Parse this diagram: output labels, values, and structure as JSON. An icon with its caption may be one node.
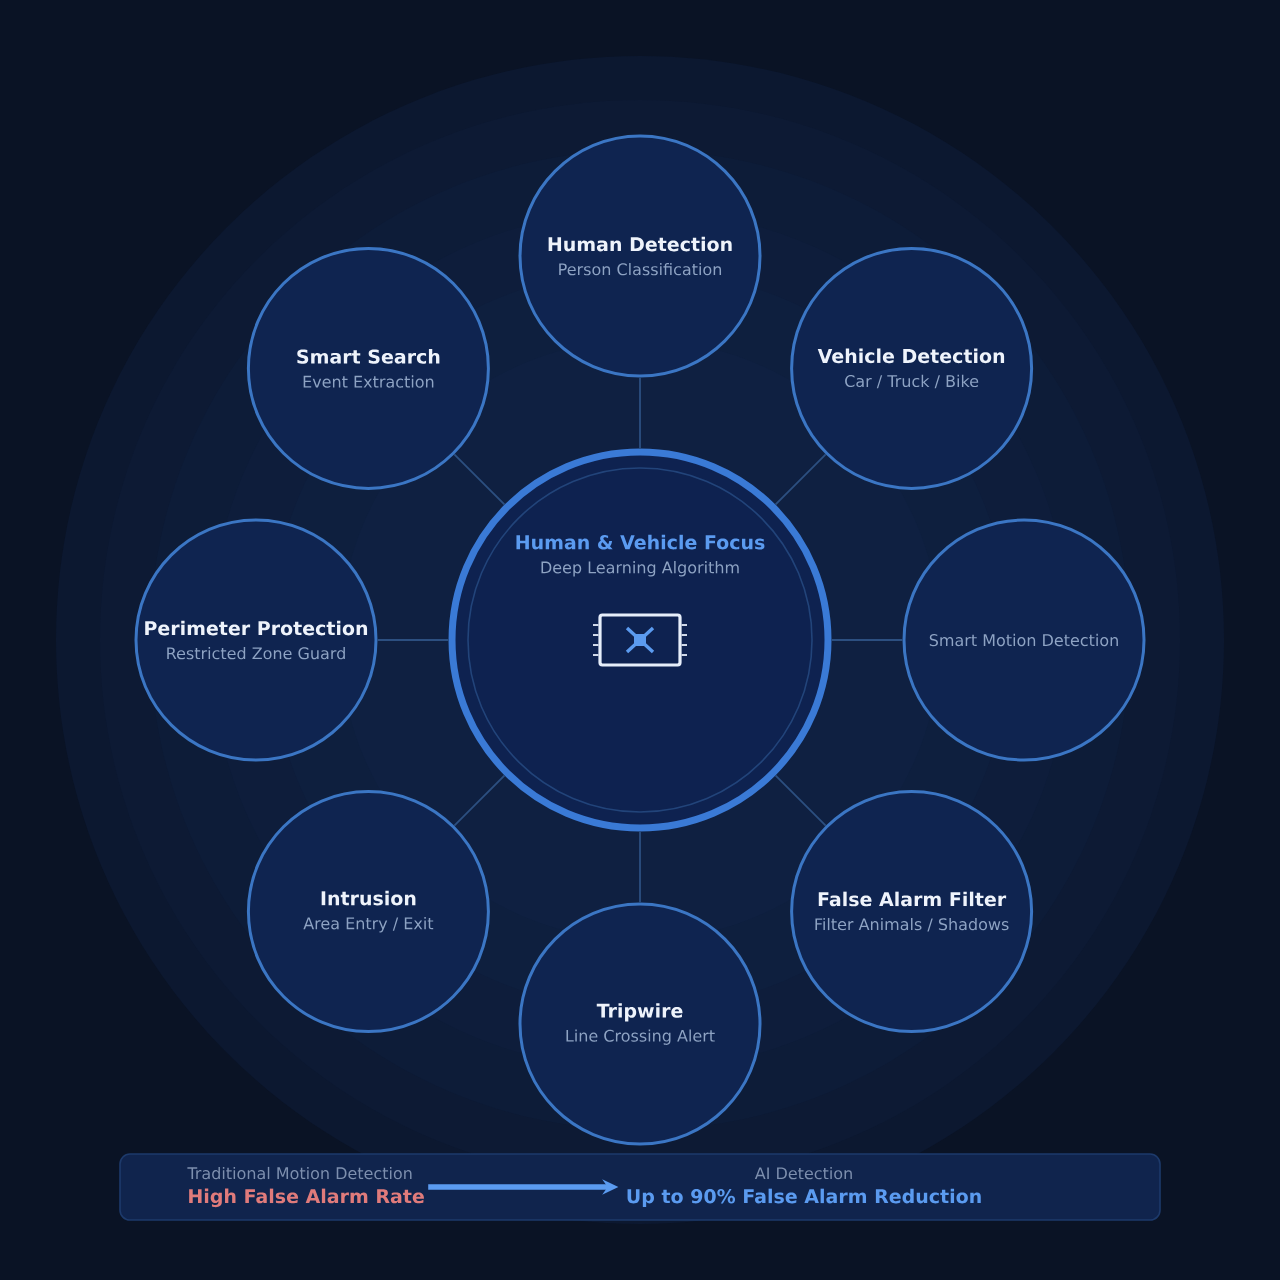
{
  "diagram": {
    "nodes": [
      {
        "text": [
          "Human Detection",
          "Person Classification"
        ]
      },
      {
        "text": [
          "Smart Search",
          "Event Extraction"
        ]
      },
      {
        "text": [
          "Vehicle Detection",
          "Car / Truck / Bike"
        ]
      },
      {
        "text": [
          "Human & Vehicle Focus",
          "Deep Learning Algorithm"
        ]
      },
      {
        "text": [
          "Perimeter Protection",
          "Restricted Zone Guard"
        ]
      },
      {
        "text": [
          "Smart Motion Detection"
        ]
      },
      {
        "text": [
          "Intrusion",
          "Area Entry / Exit"
        ]
      },
      {
        "text": [
          "False Alarm Filter",
          "Filter Animals / Shadows"
        ]
      },
      {
        "text": [
          "Tripwire",
          "Line Crossing Alert"
        ]
      },
      {
        "text": [],
        "shape": "box"
      },
      {
        "text": [
          "Traditional Motion Detection",
          "High False Alarm Rate"
        ],
        "in": 9
      },
      {
        "text": [
          "AI Detection",
          "Up to 90% False Alarm Reduction"
        ],
        "in": 9
      }
    ],
    "edges": [
      {
        "from": 3,
        "to": 0,
        "arrow": "none"
      },
      {
        "from": 3,
        "to": 1,
        "arrow": "none"
      },
      {
        "from": 3,
        "to": 2,
        "arrow": "none"
      },
      {
        "from": 3,
        "to": 4,
        "arrow": "none"
      },
      {
        "from": 3,
        "to": 5,
        "arrow": "none"
      },
      {
        "from": 3,
        "to": 6,
        "arrow": "none"
      },
      {
        "from": 3,
        "to": 7,
        "arrow": "none"
      },
      {
        "from": 3,
        "to": 8,
        "arrow": "none"
      },
      {
        "from": 10,
        "to": 11,
        "arrow": "to",
        "style": "thick",
        "color": "#5b9bf0"
      }
    ]
  }
}
